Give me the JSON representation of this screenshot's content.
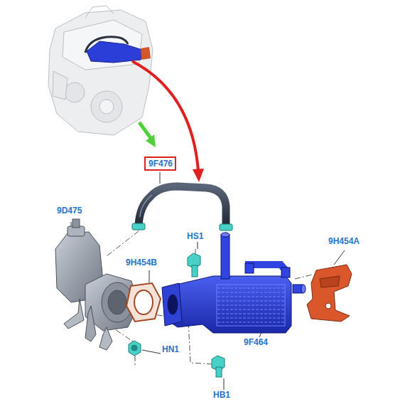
{
  "diagram": {
    "nodes": [
      {
        "text": [
          "9F476"
        ]
      }
    ],
    "labels": [
      "9D475",
      "HS1",
      "9H454B",
      "9H454A",
      "9F464",
      "HN1",
      "HB1"
    ]
  }
}
